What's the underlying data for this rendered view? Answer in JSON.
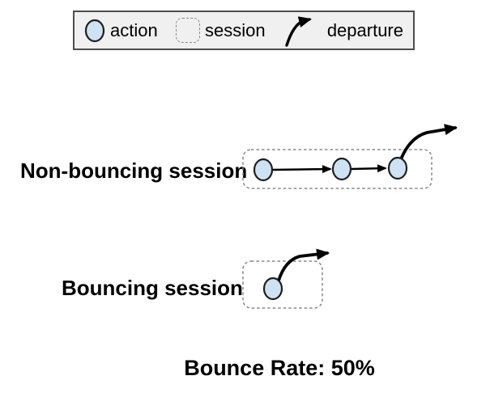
{
  "legend": {
    "items": [
      {
        "id": "action",
        "label": "action"
      },
      {
        "id": "session",
        "label": "session"
      },
      {
        "id": "departure",
        "label": "departure"
      }
    ]
  },
  "diagram": {
    "rows": [
      {
        "label": "Non-bouncing session",
        "type": "non-bouncing",
        "action_count": 3,
        "departure_count": 1
      },
      {
        "label": "Bouncing session",
        "type": "bouncing",
        "action_count": 1,
        "departure_count": 1
      }
    ],
    "bounce_rate": "50%",
    "footer_label": "Bounce Rate: 50%"
  },
  "colors": {
    "action_fill": "#cfe2f3",
    "action_stroke": "#1f1f1f",
    "session_border": "#888888",
    "legend_bg": "#f0f0f0",
    "legend_border": "#4d4d4d",
    "arrow": "#000000",
    "text": "#000000",
    "bg": "#ffffff"
  }
}
